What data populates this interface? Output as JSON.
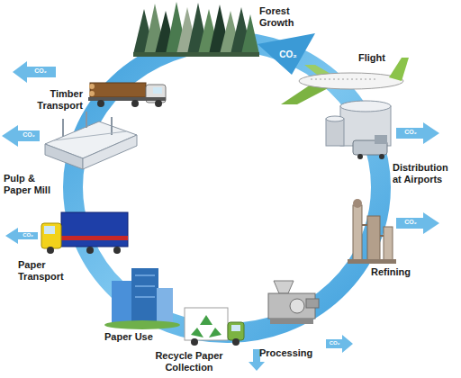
{
  "diagram": {
    "labels": [
      "Forest Growth",
      "CO₂",
      "Flight",
      "CO₂",
      "Timber Transport",
      "CO₂",
      "Distribution at Airports",
      "CO₂",
      "Pulp & Paper Mill",
      "CO₂",
      "Refining",
      "CO₂",
      "Paper Transport",
      "Paper Use",
      "Recycle Paper Collection",
      "Processing",
      "CO₂"
    ]
  }
}
